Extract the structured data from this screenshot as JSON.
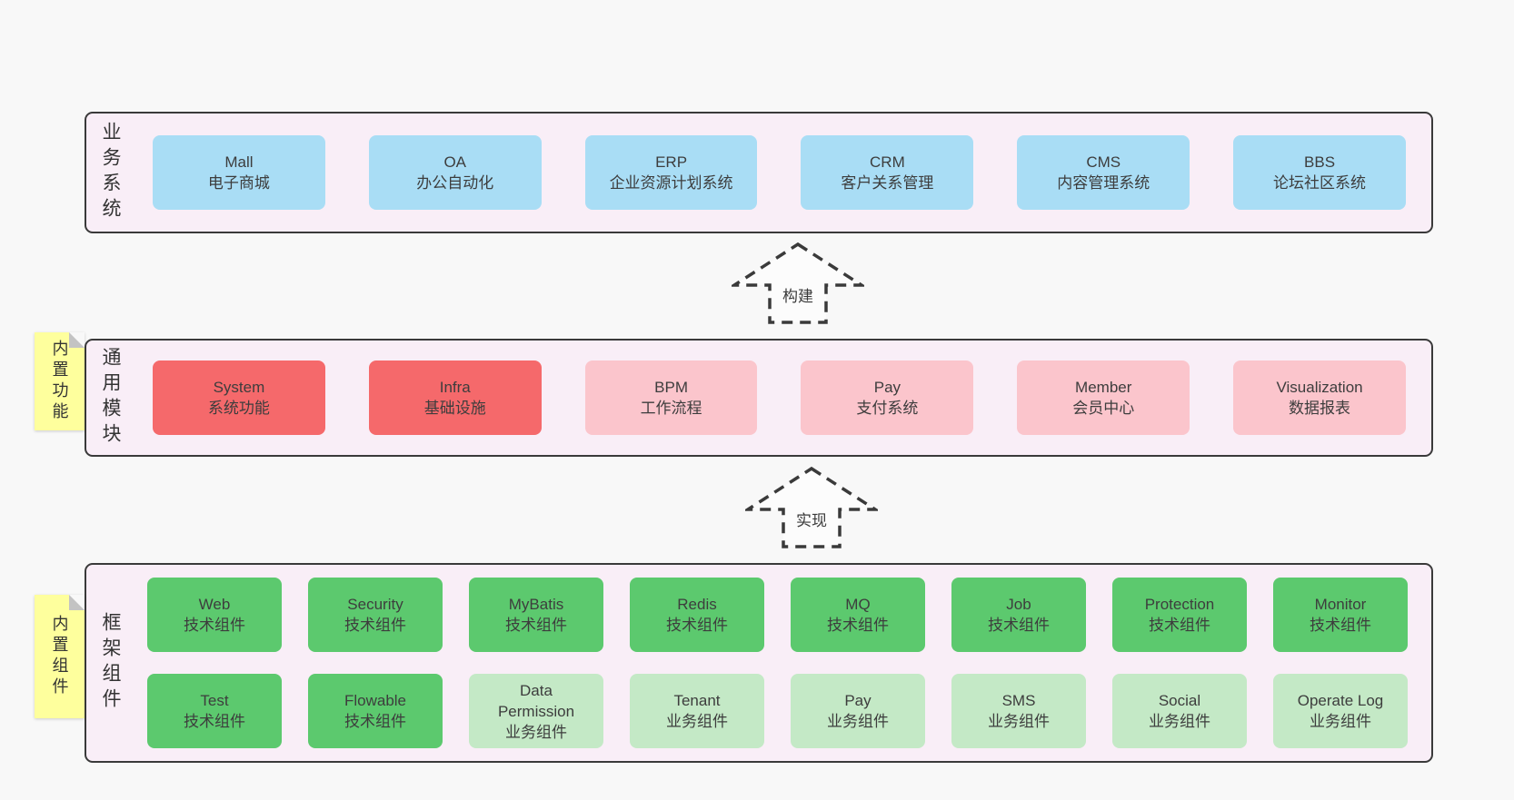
{
  "palette": {
    "page_bg": "#f8f8f8",
    "band_bg": "#f9eef7",
    "band_border": "#3a3a3a",
    "blue_box": "#a9ddf5",
    "red_box": "#f5696b",
    "pink_box": "#fbc5cc",
    "green_box": "#5cc96e",
    "light_green_box": "#c4e9c6",
    "sticky_yellow": "#feff9d",
    "text": "#3d3d3d"
  },
  "stickies": [
    {
      "label": "内置功能"
    },
    {
      "label": "内置组件"
    }
  ],
  "arrows": [
    {
      "label": "构建"
    },
    {
      "label": "实现"
    }
  ],
  "bands": [
    {
      "label": "业务系统",
      "boxes": [
        {
          "name": "Mall",
          "subtitle": "电子商城"
        },
        {
          "name": "OA",
          "subtitle": "办公自动化"
        },
        {
          "name": "ERP",
          "subtitle": "企业资源计划系统"
        },
        {
          "name": "CRM",
          "subtitle": "客户关系管理"
        },
        {
          "name": "CMS",
          "subtitle": "内容管理系统"
        },
        {
          "name": "BBS",
          "subtitle": "论坛社区系统"
        }
      ]
    },
    {
      "label": "通用模块",
      "boxes": [
        {
          "name": "System",
          "subtitle": "系统功能",
          "variant": "red"
        },
        {
          "name": "Infra",
          "subtitle": "基础设施",
          "variant": "red"
        },
        {
          "name": "BPM",
          "subtitle": "工作流程",
          "variant": "pink"
        },
        {
          "name": "Pay",
          "subtitle": "支付系统",
          "variant": "pink"
        },
        {
          "name": "Member",
          "subtitle": "会员中心",
          "variant": "pink"
        },
        {
          "name": "Visualization",
          "subtitle": "数据报表",
          "variant": "pink"
        }
      ]
    },
    {
      "label": "框架组件",
      "rows": [
        [
          {
            "name": "Web",
            "subtitle": "技术组件",
            "variant": "green"
          },
          {
            "name": "Security",
            "subtitle": "技术组件",
            "variant": "green"
          },
          {
            "name": "MyBatis",
            "subtitle": "技术组件",
            "variant": "green"
          },
          {
            "name": "Redis",
            "subtitle": "技术组件",
            "variant": "green"
          },
          {
            "name": "MQ",
            "subtitle": "技术组件",
            "variant": "green"
          },
          {
            "name": "Job",
            "subtitle": "技术组件",
            "variant": "green"
          },
          {
            "name": "Protection",
            "subtitle": "技术组件",
            "variant": "green"
          },
          {
            "name": "Monitor",
            "subtitle": "技术组件",
            "variant": "green"
          }
        ],
        [
          {
            "name": "Test",
            "subtitle": "技术组件",
            "variant": "green"
          },
          {
            "name": "Flowable",
            "subtitle": "技术组件",
            "variant": "green"
          },
          {
            "name": "Data Permission",
            "subtitle": "业务组件",
            "variant": "light-green"
          },
          {
            "name": "Tenant",
            "subtitle": "业务组件",
            "variant": "light-green"
          },
          {
            "name": "Pay",
            "subtitle": "业务组件",
            "variant": "light-green"
          },
          {
            "name": "SMS",
            "subtitle": "业务组件",
            "variant": "light-green"
          },
          {
            "name": "Social",
            "subtitle": "业务组件",
            "variant": "light-green"
          },
          {
            "name": "Operate Log",
            "subtitle": "业务组件",
            "variant": "light-green"
          }
        ]
      ]
    }
  ]
}
